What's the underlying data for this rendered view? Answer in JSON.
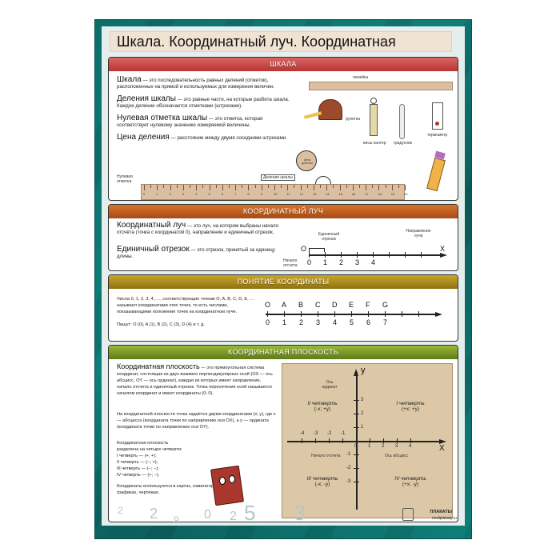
{
  "title": "Шкала. Координатный луч. Координатная плоскость",
  "colors": {
    "frame": "#0f7f7a",
    "scale_header": "#c94a46",
    "ray_header": "#c2601f",
    "coord_header": "#b08e1f",
    "plane_header": "#7f9a26",
    "parchment": "#dcc8a6",
    "ruler": "#dcbfa0"
  },
  "sections": {
    "scale": {
      "header": "ШКАЛА",
      "defs": [
        {
          "term": "Шкала",
          "text": " — это последовательность равных делений (отметок), расположенных на прямой и используемых для измерения величин."
        },
        {
          "term": "Деления шкалы",
          "text": " — это равные части, на которые разбита шкала. Каждое деление обозначается отметками (штрихами)."
        },
        {
          "term": "Нулевая отметка шкалы",
          "text": " — это отметка, которая соответствует нулевому значению измеряемой величины."
        },
        {
          "term": "Цена деления",
          "text": " — расстояние между двумя соседними штрихами."
        }
      ],
      "labels": {
        "ruler_top": "линейка",
        "tape": "рулетка",
        "spring_scale": "весы кантер",
        "thermo_med": "градусник",
        "thermometer": "термометр",
        "zero_mark": "Нулевая отметка",
        "divisions": "Деления шкалы",
        "division_value": "Цена деления"
      },
      "ruler_numbers": [
        "0",
        "1",
        "2",
        "3",
        "4",
        "5",
        "6",
        "7",
        "8",
        "9",
        "10",
        "11",
        "12",
        "13",
        "14",
        "15",
        "16",
        "17",
        "18",
        "19",
        "20"
      ]
    },
    "ray": {
      "header": "КООРДИНАТНЫЙ ЛУЧ",
      "defs": [
        {
          "term": "Координатный луч",
          "text": " — это луч, на котором выбраны начало отсчёта (точка с координатой 0), направление и единичный отрезок."
        },
        {
          "term": "Единичный отрезок",
          "text": " — это отрезок, принятый за единицу длины."
        }
      ],
      "labels": {
        "unit_segment": "Единичный отрезок",
        "direction": "Направление луча",
        "origin_label": "Начало отсчета",
        "origin_point": "O",
        "axis_name": "X"
      },
      "ticks": [
        "0",
        "1",
        "2",
        "3",
        "4"
      ]
    },
    "coordinate": {
      "header": "ПОНЯТИЕ КООРДИНАТЫ",
      "text": "Числа 0, 1, 2, 3, 4, …, соответствующие точкам O, A, B, C, D, E, … называют координатами этих точек, то есть числами, показывающими положение точек на координатном луче.",
      "example": "Пишут: O (0), A (1), B (2), C (3), D (4) и т. д.",
      "points": [
        {
          "letter": "O",
          "value": "0"
        },
        {
          "letter": "A",
          "value": "1"
        },
        {
          "letter": "B",
          "value": "2"
        },
        {
          "letter": "C",
          "value": "3"
        },
        {
          "letter": "D",
          "value": "4"
        },
        {
          "letter": "E",
          "value": "5"
        },
        {
          "letter": "F",
          "value": "6"
        },
        {
          "letter": "G",
          "value": "7"
        }
      ]
    },
    "plane": {
      "header": "КООРДИНАТНАЯ ПЛОСКОСТЬ",
      "def_term": "Координатная плоскость",
      "def_text": " — это прямоугольная система координат, состоящая из двух взаимно перпендикулярных осей (OX — ось абсцисс, OY — ось ординат), каждая из которых имеет направление, начало отсчета и единичный отрезок. Точка пересечения осей называется началом координат и имеет координаты (0; 0).",
      "def_text2": "На координатной плоскости точка задаётся двумя координатами (x; y), где x — абсцисса (координата точки по направлению оси OX), а y — ордината (координата точки по направлению оси OY).",
      "quarters_intro": "Координатная плоскость разделена на четыре четверти:",
      "quarters_list": [
        "I четверть — (+; +);",
        "II четверть — (−; +);",
        "III четверть — (−; −);",
        "IV четверть — (+; −)."
      ],
      "usage": "Координаты используются в картах, навигаторах, графиках, чертежах.",
      "diagram": {
        "y_label": "y",
        "x_label": "X",
        "y_axis_name": "Ось ординат",
        "x_axis_name": "Ось абсцисс",
        "origin_name": "Начало отсчета",
        "x_ticks": [
          "-4",
          "-3",
          "-2",
          "-1",
          "0",
          "1",
          "2",
          "3",
          "4"
        ],
        "y_ticks": [
          "3",
          "2",
          "1",
          "-1",
          "-2",
          "-3"
        ],
        "q1": {
          "name": "I четверть",
          "signs": "(+x; +y)"
        },
        "q2": {
          "name": "II четверть",
          "signs": "(-x; +y)"
        },
        "q3": {
          "name": "III четверть",
          "signs": "(-x; -y)"
        },
        "q4": {
          "name": "IV четверть",
          "signs": "(+x; -y)"
        }
      }
    }
  },
  "footer": {
    "brand": "ПЛАКАТЫ",
    "site": "medplakaty.ru",
    "bg_digits": [
      "2",
      "2",
      "9",
      "0",
      "2",
      "5",
      "3"
    ]
  }
}
